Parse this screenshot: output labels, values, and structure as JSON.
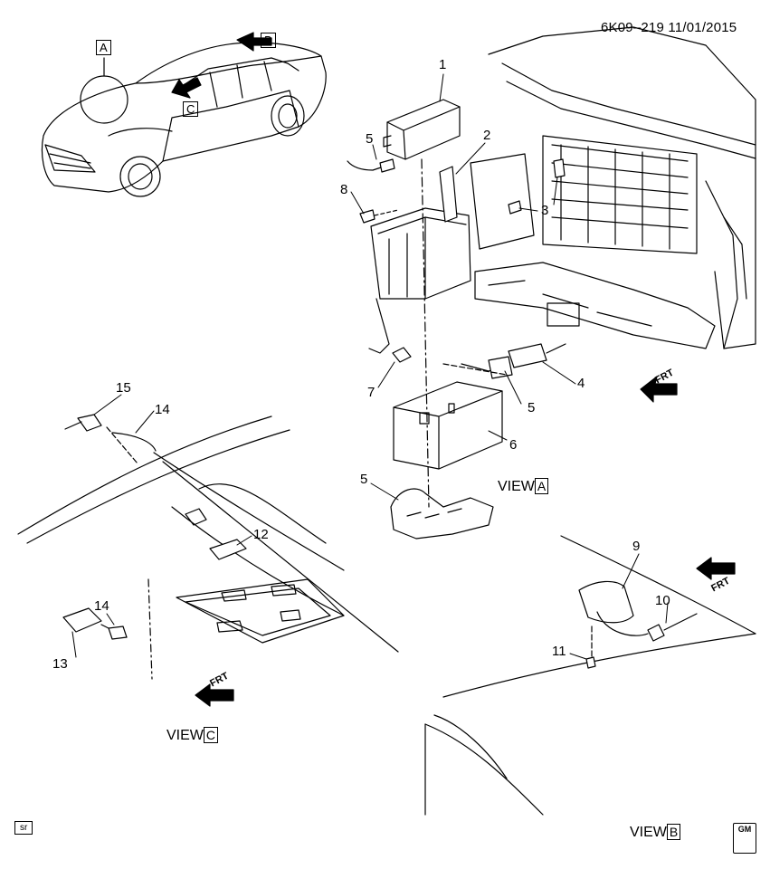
{
  "header": {
    "code": "6K09–219",
    "date": "11/01/2015"
  },
  "callouts": [
    {
      "id": "c1",
      "text": "1"
    },
    {
      "id": "c2",
      "text": "2"
    },
    {
      "id": "c3",
      "text": "3"
    },
    {
      "id": "c4",
      "text": "4"
    },
    {
      "id": "c5a",
      "text": "5"
    },
    {
      "id": "c5b",
      "text": "5"
    },
    {
      "id": "c5c",
      "text": "5"
    },
    {
      "id": "c6",
      "text": "6"
    },
    {
      "id": "c7",
      "text": "7"
    },
    {
      "id": "c8",
      "text": "8"
    },
    {
      "id": "c9",
      "text": "9"
    },
    {
      "id": "c10",
      "text": "10"
    },
    {
      "id": "c11",
      "text": "11"
    },
    {
      "id": "c12",
      "text": "12"
    },
    {
      "id": "c13",
      "text": "13"
    },
    {
      "id": "c14a",
      "text": "14"
    },
    {
      "id": "c14b",
      "text": "14"
    },
    {
      "id": "c15",
      "text": "15"
    }
  ],
  "view_refs": {
    "a": "A",
    "b": "B",
    "c": "C"
  },
  "views": {
    "a": {
      "word": "VIEW",
      "letter": "A"
    },
    "b": {
      "word": "VIEW",
      "letter": "B"
    },
    "c": {
      "word": "VIEW",
      "letter": "C"
    }
  },
  "frt": "FRT",
  "footer": {
    "sr": "sr",
    "logo": "GM"
  }
}
